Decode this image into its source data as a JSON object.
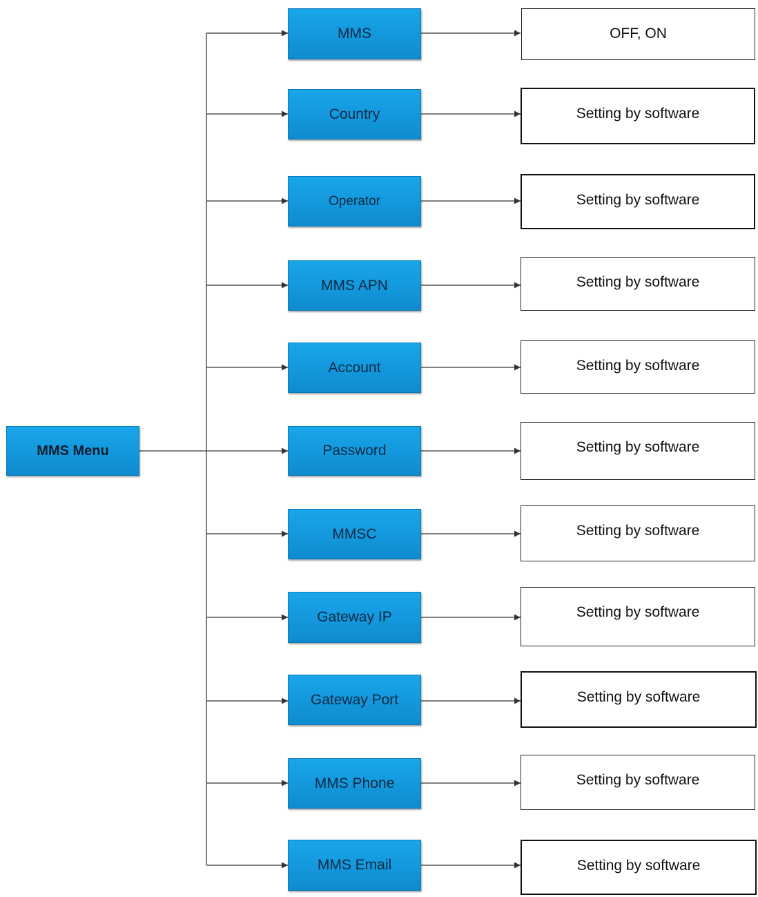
{
  "root": {
    "label": "MMS Menu",
    "color": "#1399dd"
  },
  "items": [
    {
      "label": "MMS",
      "value": "OFF, ON"
    },
    {
      "label": "Country",
      "value": "Setting by software"
    },
    {
      "label": "Operator",
      "value": "Setting by software"
    },
    {
      "label": "MMS APN",
      "value": "Setting by software"
    },
    {
      "label": "Account",
      "value": "Setting by software"
    },
    {
      "label": "Password",
      "value": "Setting by software"
    },
    {
      "label": "MMSC",
      "value": "Setting by software"
    },
    {
      "label": "Gateway IP",
      "value": "Setting by software"
    },
    {
      "label": "Gateway Port",
      "value": "Setting by software"
    },
    {
      "label": "MMS Phone",
      "value": "Setting by software"
    },
    {
      "label": "MMS Email",
      "value": "Setting by software"
    }
  ]
}
